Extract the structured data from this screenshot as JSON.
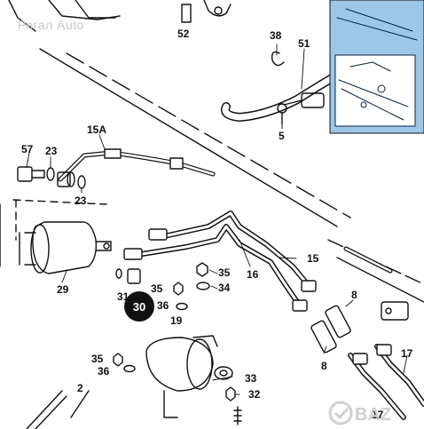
{
  "watermark": "Регал Auto",
  "badge": {
    "number": "30"
  },
  "callouts": {
    "n2": "2",
    "n5": "5",
    "n8a": "8",
    "n8b": "8",
    "n15": "15",
    "n15a": "15A",
    "n16": "16",
    "n17a": "17",
    "n17b": "17",
    "n19": "19",
    "n23a": "23",
    "n23b": "23",
    "n29": "29",
    "n30": "30",
    "n31": "31",
    "n32": "32",
    "n33": "33",
    "n34": "34",
    "n35a": "35",
    "n35b": "35",
    "n35c": "35",
    "n36a": "36",
    "n36b": "36",
    "n38": "38",
    "n51": "51",
    "n52": "52",
    "n57": "57"
  },
  "logo": {
    "text": "BAZAR"
  },
  "colors": {
    "line": "#111111",
    "inset_bg": "#9cc7e8",
    "badge_bg": "#111111"
  }
}
